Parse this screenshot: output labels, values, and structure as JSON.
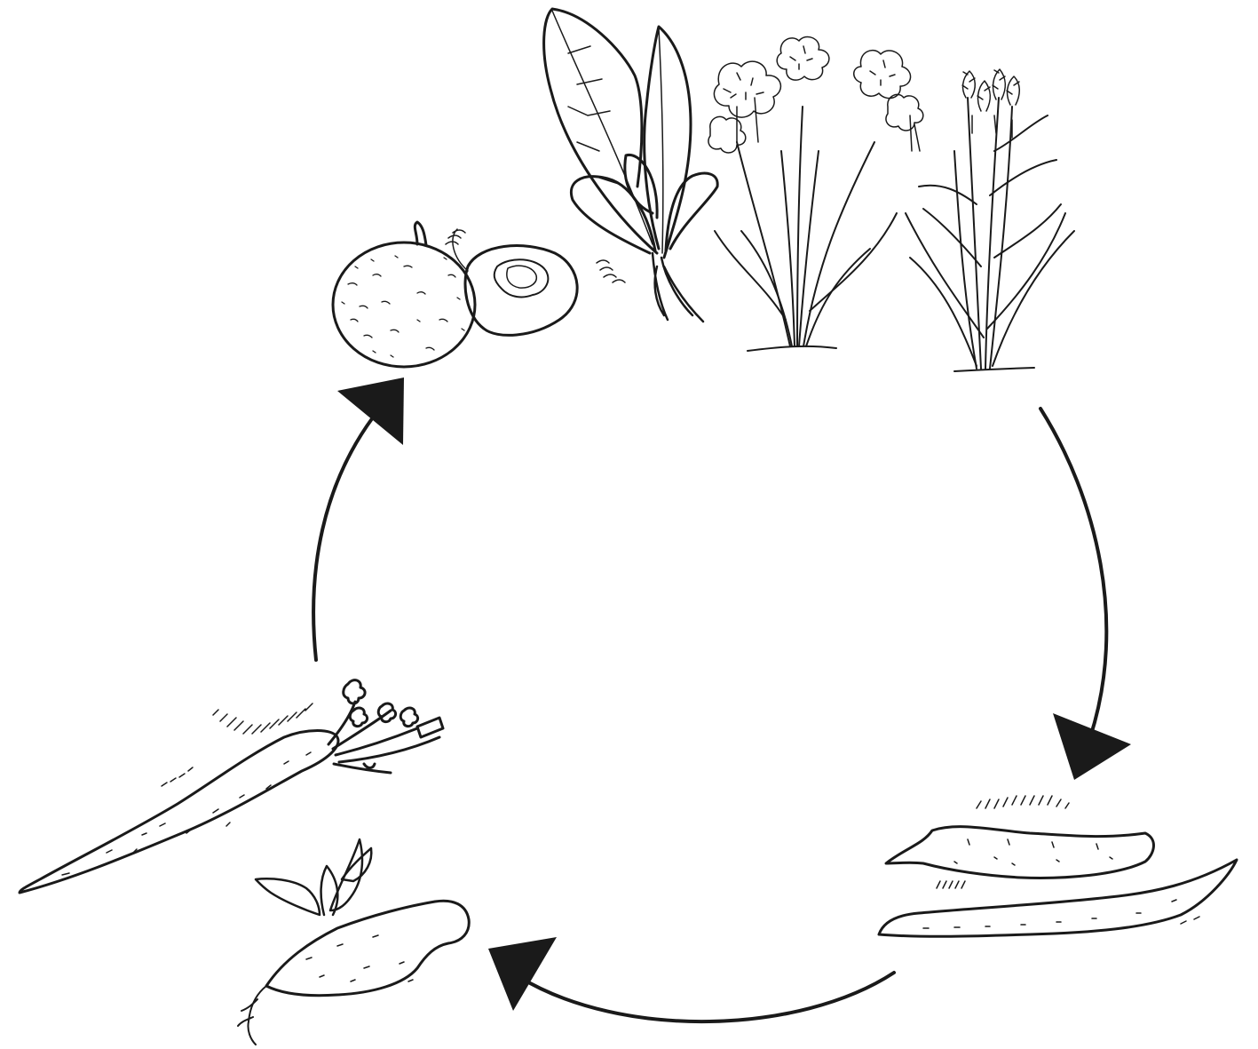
{
  "diagram": {
    "type": "cycle",
    "direction": "clockwise",
    "stages": [
      {
        "id": "leafy-and-fruiting",
        "icon": "squash-spinach-icon"
      },
      {
        "id": "cereals",
        "icon": "grain-plants-icon"
      },
      {
        "id": "legumes",
        "icon": "bean-pods-icon"
      },
      {
        "id": "root-crops",
        "icon": "carrot-radish-icon"
      }
    ],
    "colors": {
      "ink": "#1a1a1a",
      "background": "#ffffff"
    }
  }
}
